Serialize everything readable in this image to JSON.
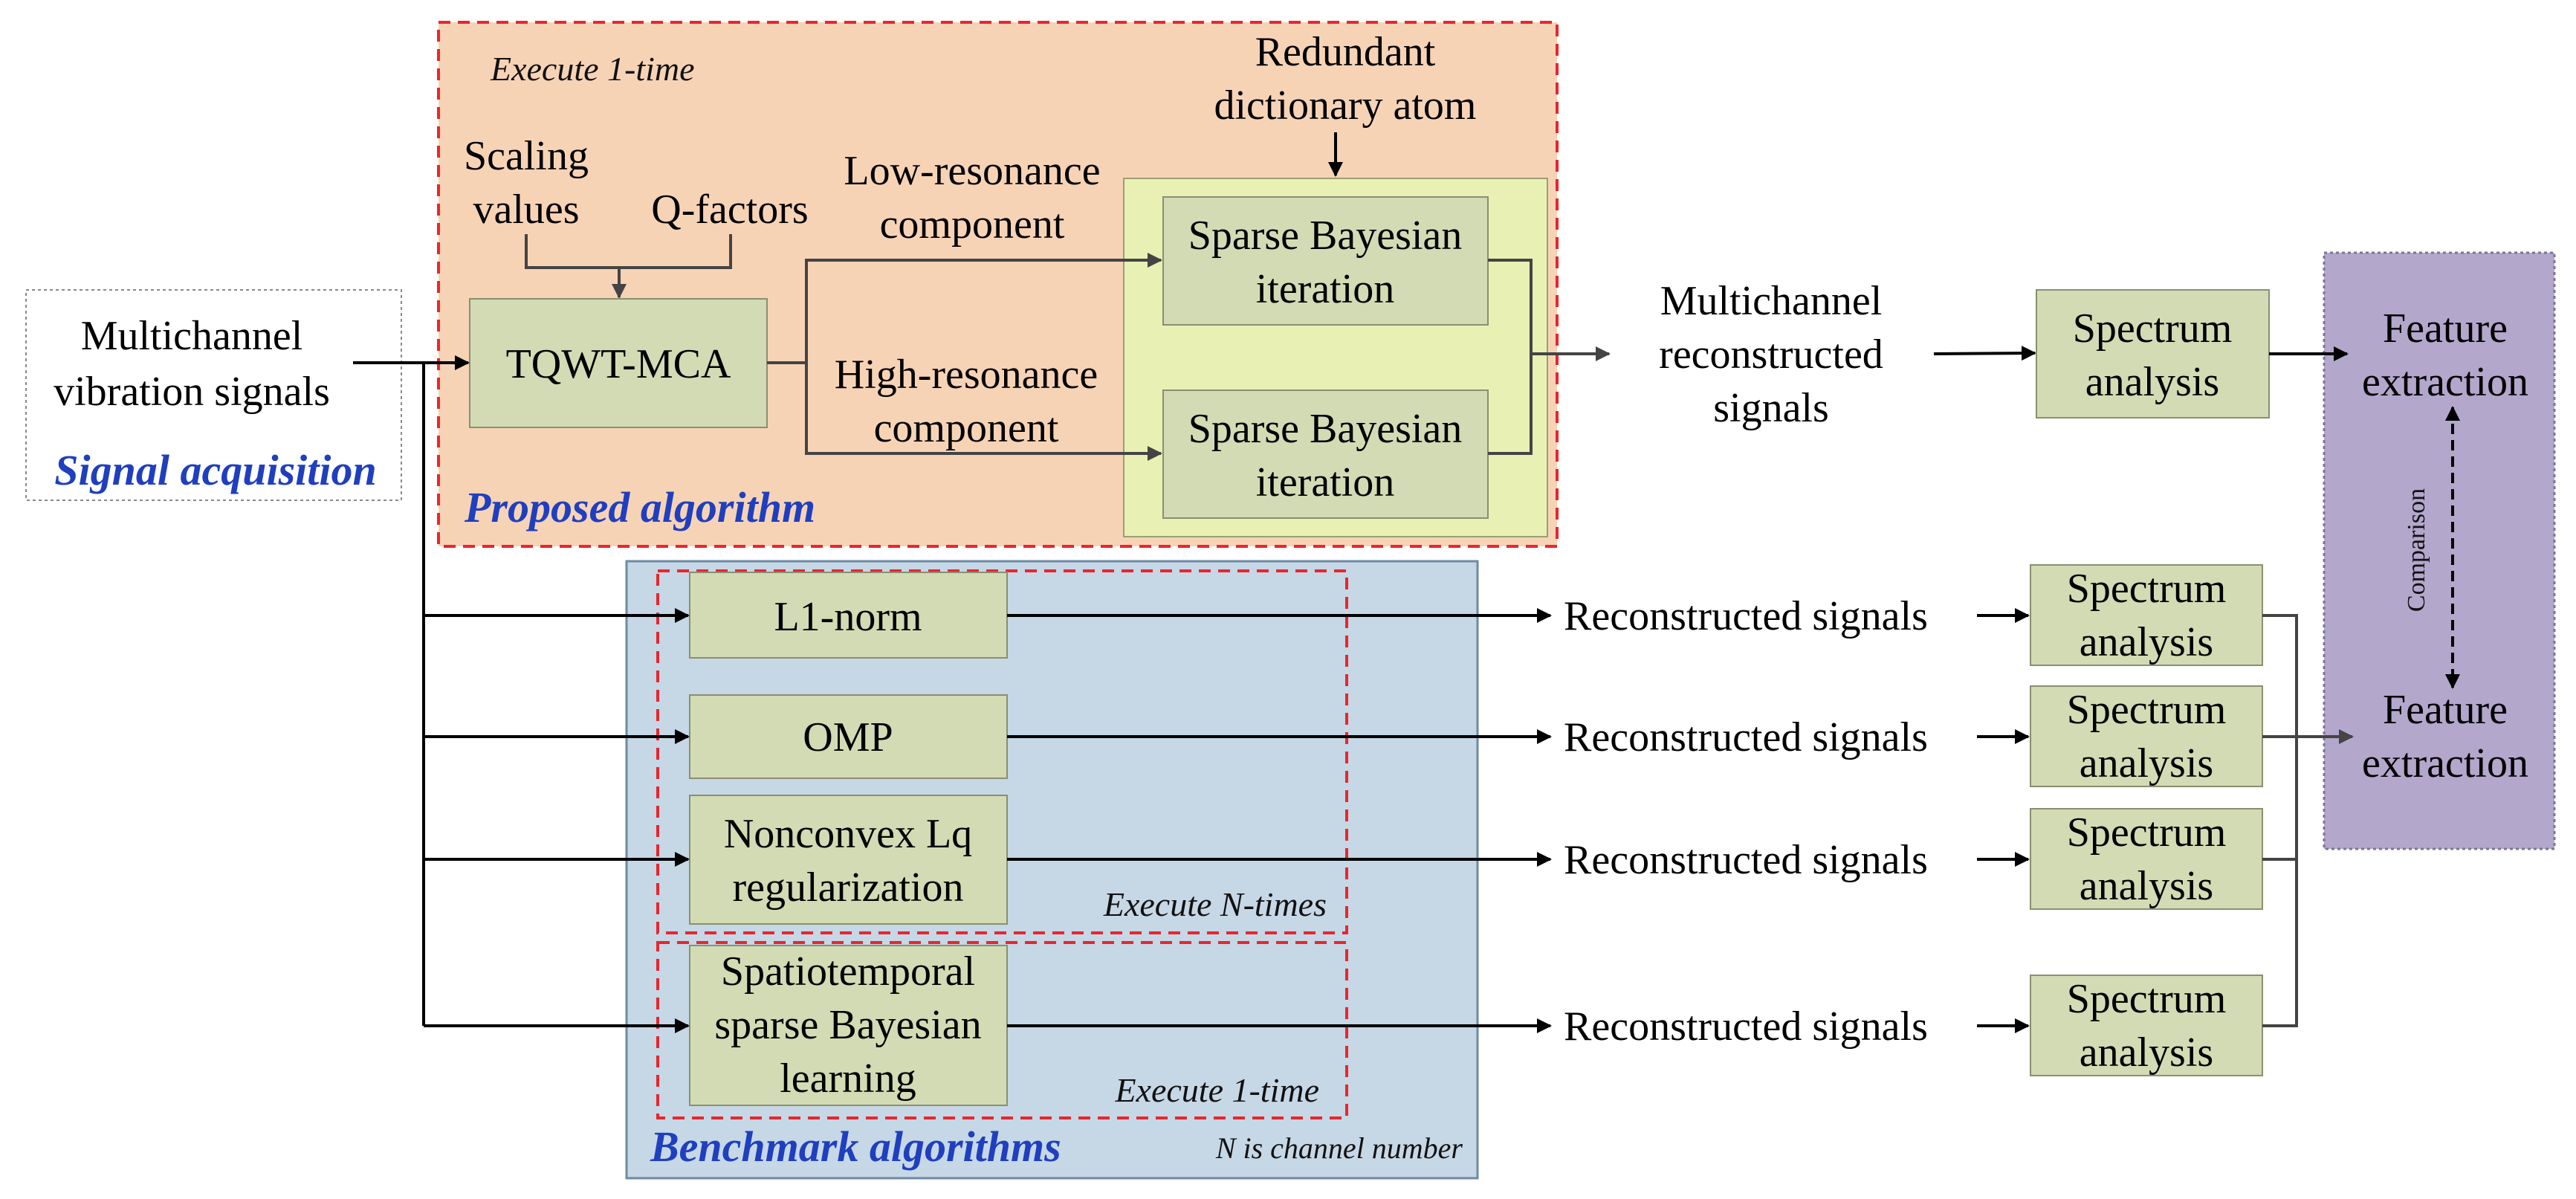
{
  "signal_acquisition": {
    "text": [
      "Multichannel",
      "vibration signals"
    ],
    "title": "Signal acquisition"
  },
  "proposed": {
    "title": "Proposed algorithm",
    "execute_note": "Execute 1-time",
    "scaling": [
      "Scaling",
      "values"
    ],
    "qfactors": "Q-factors",
    "tqwt": "TQWT-MCA",
    "low_res": [
      "Low-resonance",
      "component"
    ],
    "high_res": [
      "High-resonance",
      "component"
    ],
    "dictionary": [
      "Redundant",
      "dictionary atom"
    ],
    "sbi_top": [
      "Sparse Bayesian",
      "iteration"
    ],
    "sbi_bottom": [
      "Sparse Bayesian",
      "iteration"
    ]
  },
  "multichannel_output": [
    "Multichannel",
    "reconstructed",
    "signals"
  ],
  "spectrum_top": [
    "Spectrum",
    "analysis"
  ],
  "feature_panel": {
    "top": [
      "Feature",
      "extraction"
    ],
    "bottom": [
      "Feature",
      "extraction"
    ],
    "comparison": "Comparison"
  },
  "benchmark": {
    "title": "Benchmark algorithms",
    "channel_note": "N is channel number",
    "execute_n": "Execute N-times",
    "execute_1": "Execute 1-time",
    "algorithms": [
      {
        "lines": [
          "L1-norm"
        ],
        "output": "Reconstructed signals",
        "spectrum": [
          "Spectrum",
          "analysis"
        ]
      },
      {
        "lines": [
          "OMP"
        ],
        "output": "Reconstructed signals",
        "spectrum": [
          "Spectrum",
          "analysis"
        ]
      },
      {
        "lines": [
          "Nonconvex Lq",
          "regularization"
        ],
        "output": "Reconstructed signals",
        "spectrum": [
          "Spectrum",
          "analysis"
        ]
      },
      {
        "lines": [
          "Spatiotemporal",
          "sparse Bayesian",
          "learning"
        ],
        "output": "Reconstructed signals",
        "spectrum": [
          "Spectrum",
          "analysis"
        ]
      }
    ]
  },
  "colors": {
    "proposed_bg": "#f7d3b6",
    "benchmark_bg": "#c6d7e6",
    "feature_bg": "#b3a7cc",
    "box_green": "#d3dbb4",
    "sbi_container": "#e8f0b4",
    "dashed_red": "#e8262e",
    "title_blue": "#1f3fbf"
  }
}
